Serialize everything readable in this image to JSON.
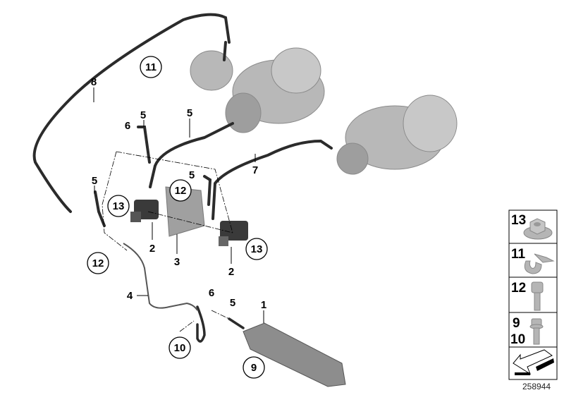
{
  "diagram": {
    "callouts": [
      {
        "id": "11",
        "label": "11",
        "circled": true
      },
      {
        "id": "8",
        "label": "8",
        "circled": false
      },
      {
        "id": "5a",
        "label": "5",
        "circled": false
      },
      {
        "id": "6a",
        "label": "6",
        "circled": false
      },
      {
        "id": "5b",
        "label": "5",
        "circled": false
      },
      {
        "id": "5c",
        "label": "5",
        "circled": false
      },
      {
        "id": "5d",
        "label": "5",
        "circled": false
      },
      {
        "id": "7",
        "label": "7",
        "circled": false
      },
      {
        "id": "12a",
        "label": "12",
        "circled": true
      },
      {
        "id": "13a",
        "label": "13",
        "circled": true
      },
      {
        "id": "2a",
        "label": "2",
        "circled": false
      },
      {
        "id": "3",
        "label": "3",
        "circled": false
      },
      {
        "id": "13b",
        "label": "13",
        "circled": true
      },
      {
        "id": "2b",
        "label": "2",
        "circled": false
      },
      {
        "id": "12b",
        "label": "12",
        "circled": true
      },
      {
        "id": "4",
        "label": "4",
        "circled": false
      },
      {
        "id": "6b",
        "label": "6",
        "circled": false
      },
      {
        "id": "5e",
        "label": "5",
        "circled": false
      },
      {
        "id": "1",
        "label": "1",
        "circled": false
      },
      {
        "id": "10",
        "label": "10",
        "circled": true
      },
      {
        "id": "9",
        "label": "9",
        "circled": true
      }
    ],
    "parts_panel": [
      {
        "labels": [
          "13"
        ],
        "icon": "flange-nut-icon"
      },
      {
        "labels": [
          "11"
        ],
        "icon": "hose-clip-icon"
      },
      {
        "labels": [
          "12"
        ],
        "icon": "torx-bolt-icon"
      },
      {
        "labels": [
          "9",
          "10"
        ],
        "icon": "hex-bolt-icon"
      },
      {
        "labels": [],
        "icon": "direction-arrow-icon"
      }
    ],
    "reference_number": "258944",
    "colors": {
      "hose": "#2b2b2b",
      "part_grey": "#a9a9a9",
      "line": "#000000"
    }
  }
}
